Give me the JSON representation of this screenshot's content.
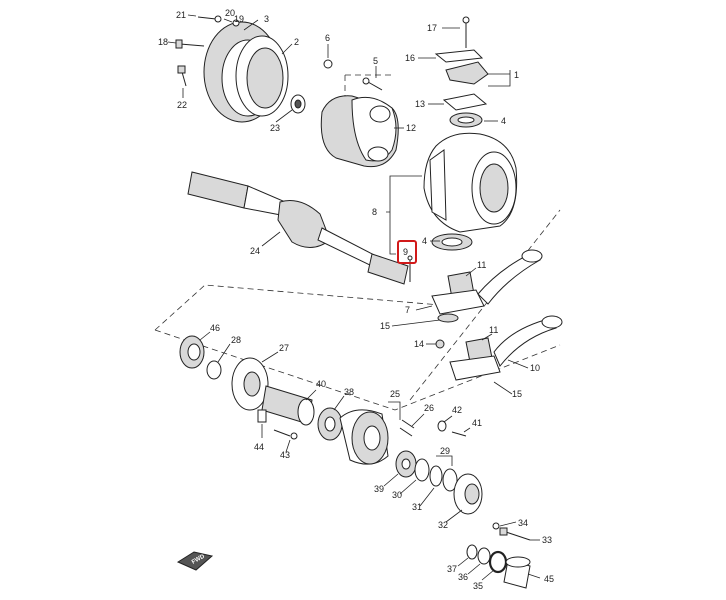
{
  "callouts": [
    {
      "id": "c21",
      "text": "21"
    },
    {
      "id": "c20",
      "text": "20"
    },
    {
      "id": "c19",
      "text": "19"
    },
    {
      "id": "c3",
      "text": "3"
    },
    {
      "id": "c18",
      "text": "18"
    },
    {
      "id": "c2",
      "text": "2"
    },
    {
      "id": "c22",
      "text": "22"
    },
    {
      "id": "c23",
      "text": "23"
    },
    {
      "id": "c6",
      "text": "6"
    },
    {
      "id": "c5",
      "text": "5"
    },
    {
      "id": "c17",
      "text": "17"
    },
    {
      "id": "c16",
      "text": "16"
    },
    {
      "id": "c1",
      "text": "1"
    },
    {
      "id": "c13",
      "text": "13"
    },
    {
      "id": "c4a",
      "text": "4"
    },
    {
      "id": "c12",
      "text": "12"
    },
    {
      "id": "c8",
      "text": "8"
    },
    {
      "id": "c4b",
      "text": "4"
    },
    {
      "id": "c9",
      "text": "9"
    },
    {
      "id": "c24",
      "text": "24"
    },
    {
      "id": "c11a",
      "text": "11"
    },
    {
      "id": "c7",
      "text": "7"
    },
    {
      "id": "c15a",
      "text": "15"
    },
    {
      "id": "c14",
      "text": "14"
    },
    {
      "id": "c11b",
      "text": "11"
    },
    {
      "id": "c10",
      "text": "10"
    },
    {
      "id": "c15b",
      "text": "15"
    },
    {
      "id": "c46",
      "text": "46"
    },
    {
      "id": "c28",
      "text": "28"
    },
    {
      "id": "c27",
      "text": "27"
    },
    {
      "id": "c40",
      "text": "40"
    },
    {
      "id": "c38",
      "text": "38"
    },
    {
      "id": "c25",
      "text": "25"
    },
    {
      "id": "c26",
      "text": "26"
    },
    {
      "id": "c42",
      "text": "42"
    },
    {
      "id": "c41",
      "text": "41"
    },
    {
      "id": "c44",
      "text": "44"
    },
    {
      "id": "c43",
      "text": "43"
    },
    {
      "id": "c29",
      "text": "29"
    },
    {
      "id": "c39",
      "text": "39"
    },
    {
      "id": "c30",
      "text": "30"
    },
    {
      "id": "c31",
      "text": "31"
    },
    {
      "id": "c32",
      "text": "32"
    },
    {
      "id": "c34",
      "text": "34"
    },
    {
      "id": "c33",
      "text": "33"
    },
    {
      "id": "c37",
      "text": "37"
    },
    {
      "id": "c36",
      "text": "36"
    },
    {
      "id": "c35",
      "text": "35"
    },
    {
      "id": "c45",
      "text": "45"
    }
  ],
  "highlight": {
    "part": "9",
    "color": "#d11a1a"
  },
  "orientation_badge": {
    "text": "FWD"
  }
}
